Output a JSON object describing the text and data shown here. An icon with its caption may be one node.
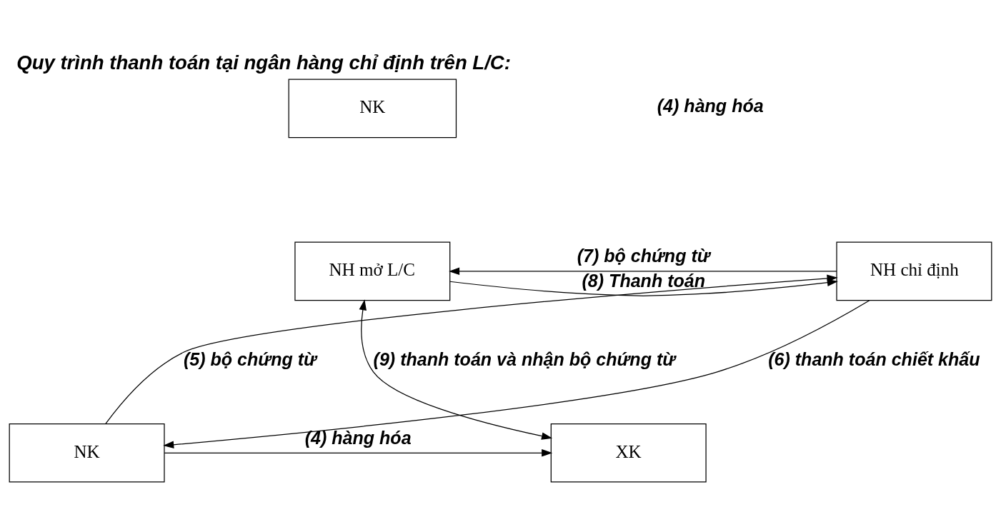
{
  "diagram": {
    "title": "Quy trình thanh toán tại ngân hàng chỉ định trên L/C:",
    "nodes": [
      {
        "text": [
          "NK"
        ]
      },
      {
        "text": [
          "NH mở L/C"
        ]
      },
      {
        "text": [
          "NH chỉ định"
        ]
      },
      {
        "text": [
          "XK"
        ]
      },
      {
        "text": [
          "NK"
        ]
      }
    ],
    "edges": [
      {
        "from": 1,
        "to": 2,
        "arrow": "to",
        "label": "(8) Thanh toán"
      },
      {
        "from": 2,
        "to": 1,
        "arrow": "to",
        "label": "(7) bộ chứng từ"
      },
      {
        "from": 1,
        "to": 3,
        "arrow": "both",
        "label": "(9) thanh toán và nhận bộ chứng từ"
      },
      {
        "from": 4,
        "to": 2,
        "arrow": "to",
        "label": "(5) bộ chứng từ"
      },
      {
        "from": 2,
        "to": 4,
        "arrow": "to",
        "label": "(6) thanh toán chiết khấu"
      },
      {
        "from": 4,
        "to": 3,
        "arrow": "to",
        "label": "(4) hàng hóa"
      }
    ],
    "labels": [
      "(4) hàng hóa"
    ]
  }
}
